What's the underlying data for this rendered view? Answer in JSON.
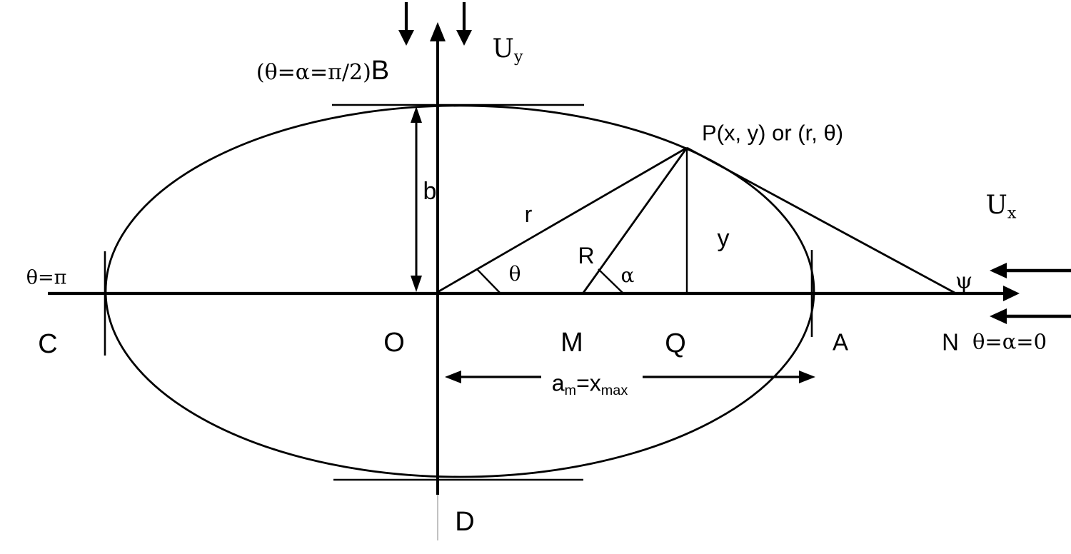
{
  "colors": {
    "background": "#ffffff",
    "ink": "#000000",
    "axis_faint": "#9a9a9a"
  },
  "flow_labels": {
    "uy_base": "U",
    "uy_sub": "y",
    "ux_base": "U",
    "ux_sub": "x"
  },
  "boundary_labels": {
    "top_prefix": "(θ=α=π/2)",
    "top_vertex": "B",
    "left": "θ=π",
    "right": "θ=α=0"
  },
  "point_labels": {
    "p": "P(x, y) or (r, θ)",
    "o": "O",
    "m": "M",
    "q": "Q",
    "a": "A",
    "n": "N",
    "c": "C",
    "d": "D"
  },
  "dimension_labels": {
    "semi_minor_b": "b",
    "radius_r": "r",
    "radius_cap_r": "R",
    "ordinate_y": "y",
    "major_axis_base": "a",
    "major_axis_base_sub": "m",
    "major_axis_eq": "=x",
    "major_axis_eq_sub": "max"
  },
  "angle_labels": {
    "theta": "θ",
    "alpha": "α",
    "psi": "ψ"
  }
}
